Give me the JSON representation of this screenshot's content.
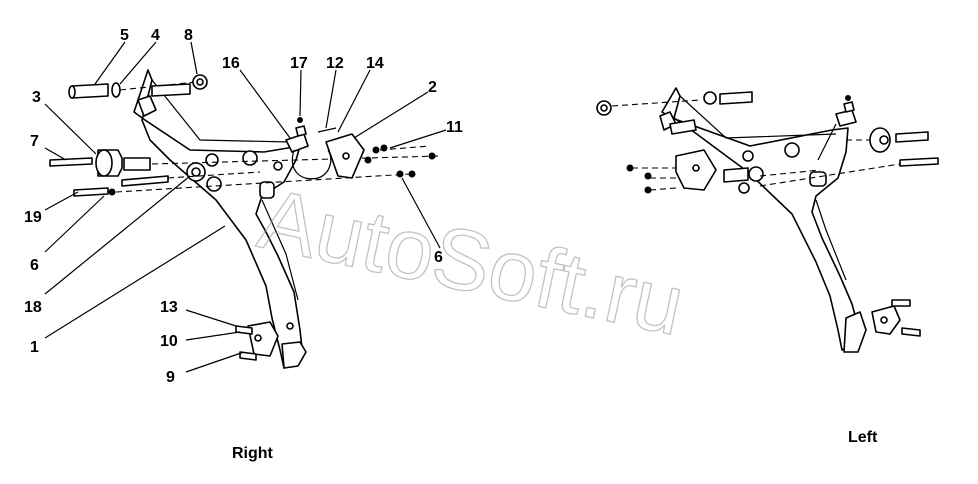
{
  "watermark": "AutoSoft.ru",
  "views": [
    {
      "id": "right",
      "label": "Right"
    },
    {
      "id": "left",
      "label": "Left"
    }
  ],
  "callouts": [
    "5",
    "4",
    "8",
    "3",
    "7",
    "19",
    "6",
    "18",
    "1",
    "16",
    "17",
    "12",
    "14",
    "2",
    "11",
    "6",
    "13",
    "10",
    "9"
  ],
  "colors": {
    "ink": "#000000",
    "paper": "#ffffff",
    "watermark": "#9a9a9a"
  }
}
